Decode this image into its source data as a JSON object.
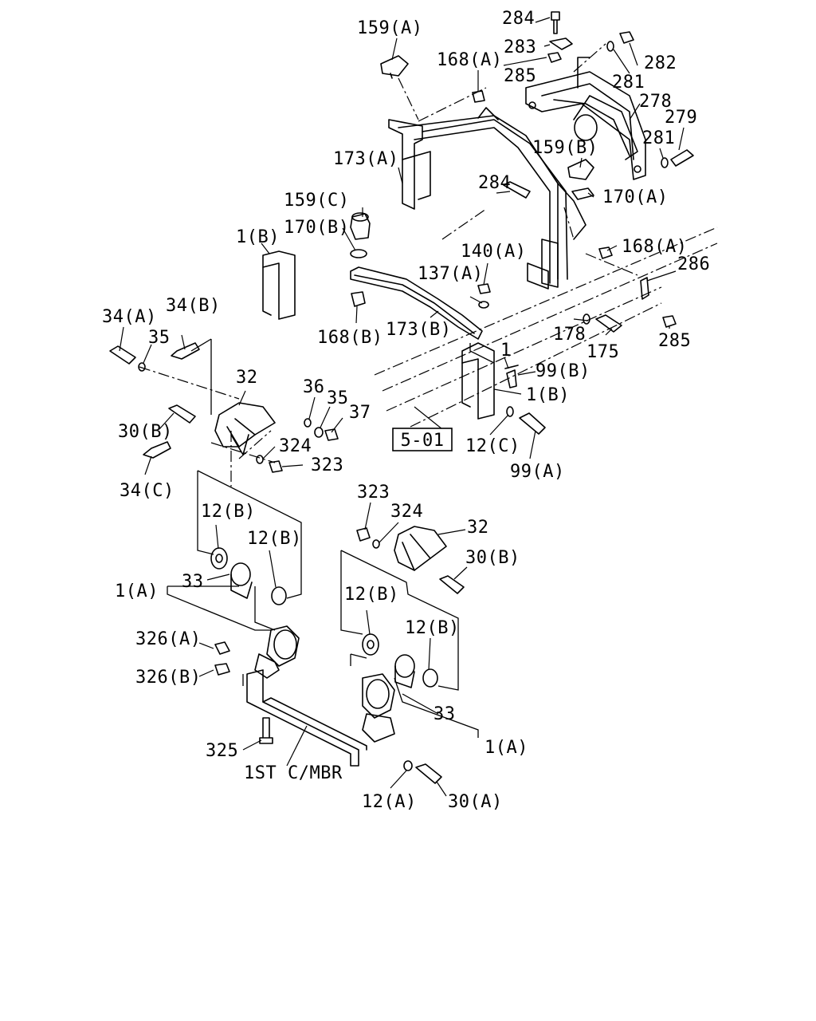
{
  "diagram": {
    "reference_box": "5-01",
    "labels": {
      "l284a": "284",
      "l283": "283",
      "l285a": "285",
      "l282": "282",
      "l281a": "281",
      "l278": "278",
      "l279": "279",
      "l281b": "281",
      "l159a": "159(A)",
      "l168a1": "168(A)",
      "l173a": "173(A)",
      "l159b": "159(B)",
      "l170a": "170(A)",
      "l284b": "284",
      "l159c": "159(C)",
      "l170b": "170(B)",
      "l1b1": "1(B)",
      "l168a2": "168(A)",
      "l286": "286",
      "l140a": "140(A)",
      "l137a": "137(A)",
      "l168b": "168(B)",
      "l173b": "173(B)",
      "l178": "178",
      "l175": "175",
      "l285b": "285",
      "l34a": "34(A)",
      "l34b": "34(B)",
      "l35a": "35",
      "l32a": "32",
      "l36": "36",
      "l35b": "35",
      "l37": "37",
      "l1": "1",
      "l99b": "99(B)",
      "l1b2": "1(B)",
      "l30b1": "30(B)",
      "l324a": "324",
      "l323a": "323",
      "l12c": "12(C)",
      "l99a": "99(A)",
      "l34c": "34(C)",
      "l323b": "323",
      "l324b": "324",
      "l32b": "32",
      "l30b2": "30(B)",
      "l12b1": "12(B)",
      "l12b2": "12(B)",
      "l1a1": "1(A)",
      "l33a": "33",
      "l12b3": "12(B)",
      "l12b4": "12(B)",
      "l326a": "326(A)",
      "l326b": "326(B)",
      "l33b": "33",
      "l325": "325",
      "l1a2": "1(A)",
      "l1stcmbr": "1ST C/MBR",
      "l12a": "12(A)",
      "l30a": "30(A)"
    }
  }
}
